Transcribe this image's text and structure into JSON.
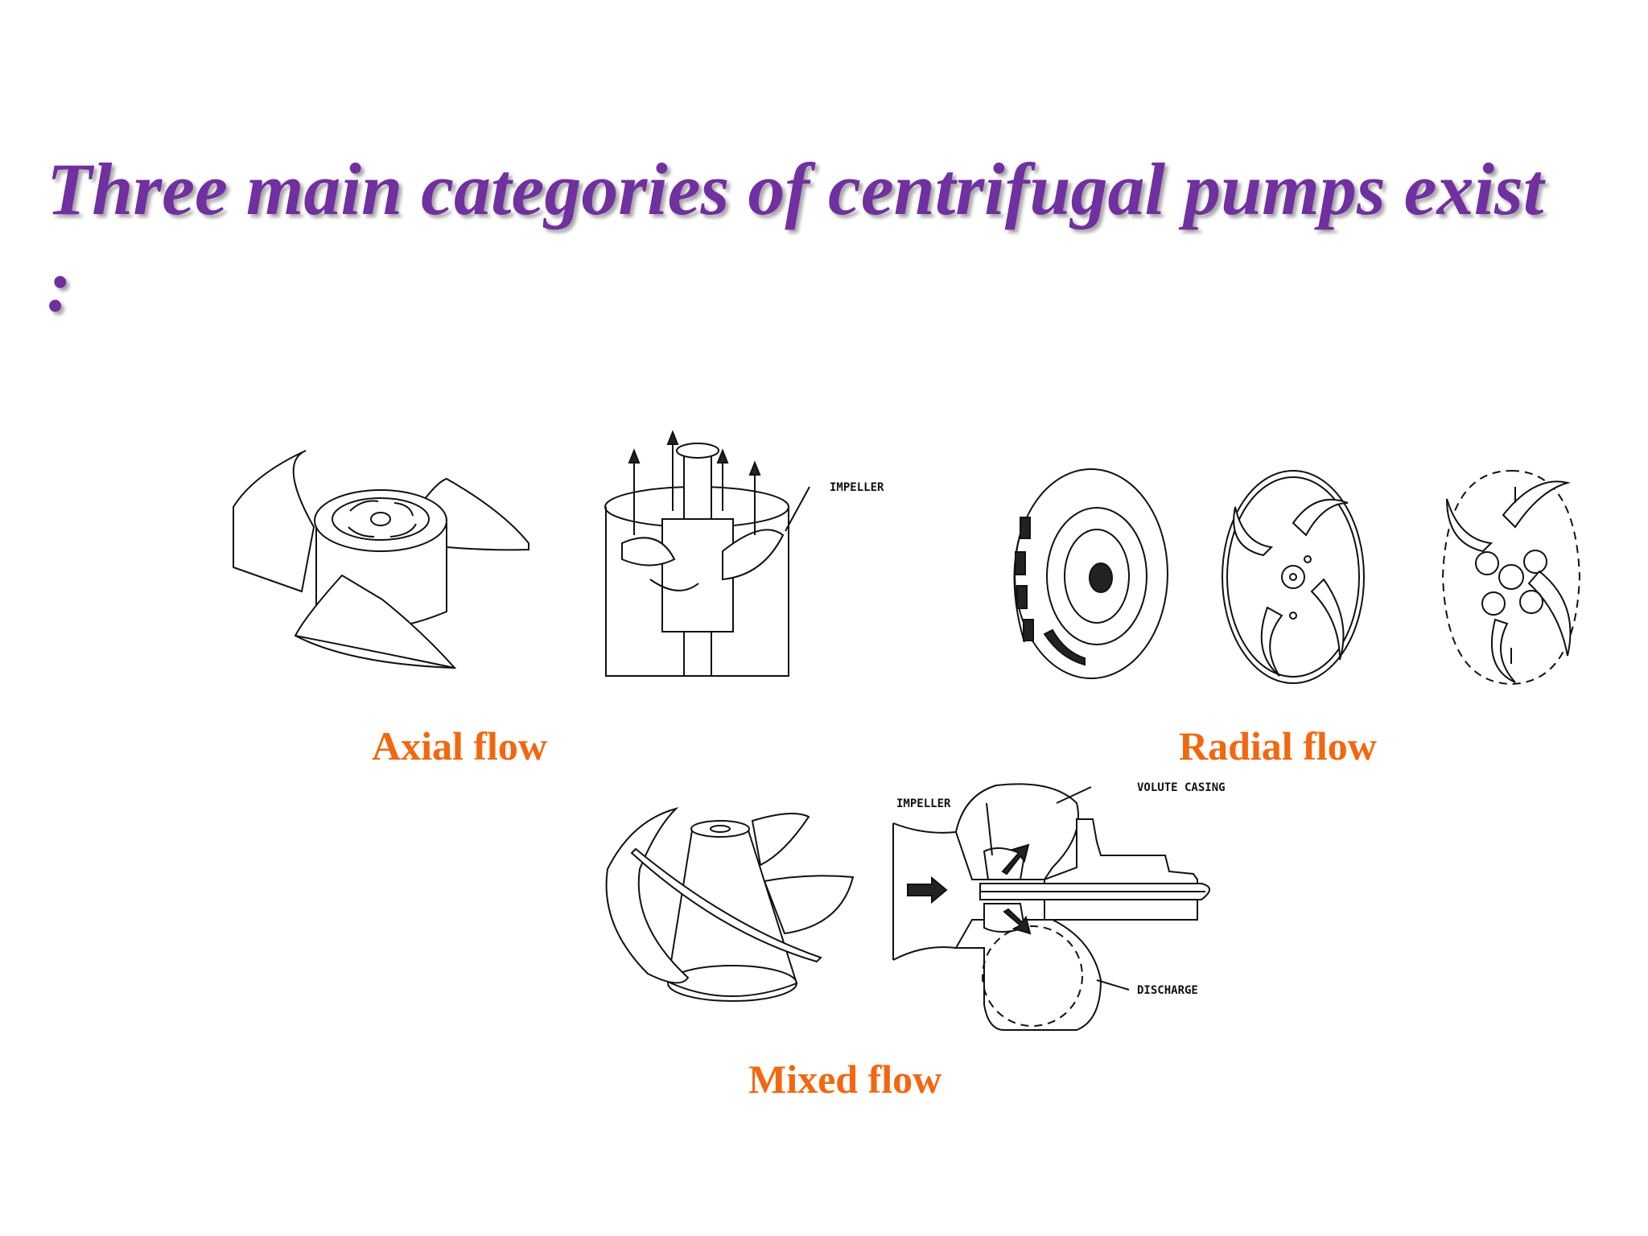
{
  "slide": {
    "title": "Three main categories of centrifugal pumps exist :"
  },
  "figures": {
    "axial": {
      "caption": "Axial flow",
      "impeller_label": "IMPELLER"
    },
    "radial": {
      "caption": "Radial flow"
    },
    "mixed": {
      "caption": "Mixed flow",
      "impeller_label": "IMPELLER",
      "volute_label": "VOLUTE CASING",
      "discharge_label": "DISCHARGE"
    }
  },
  "colors": {
    "title": "#7030A0",
    "caption": "#F2670F"
  }
}
